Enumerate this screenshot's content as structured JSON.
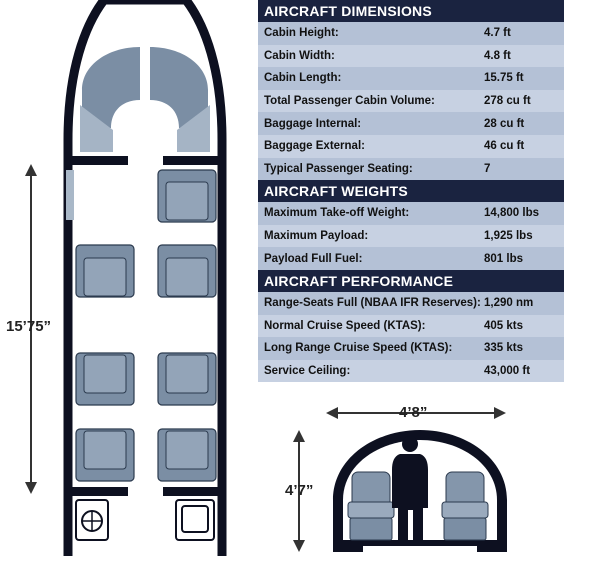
{
  "floor_plan": {
    "length_label": "15’75”"
  },
  "cross_section": {
    "width_label": "4’8”",
    "height_label": "4’7”"
  },
  "sections": [
    {
      "title": "AIRCRAFT DIMENSIONS",
      "rows": [
        {
          "label": "Cabin Height:",
          "value": "4.7 ft"
        },
        {
          "label": "Cabin Width:",
          "value": "4.8 ft"
        },
        {
          "label": "Cabin Length:",
          "value": "15.75 ft"
        },
        {
          "label": "Total Passenger Cabin Volume:",
          "value": "278 cu ft"
        },
        {
          "label": "Baggage Internal:",
          "value": "28 cu ft"
        },
        {
          "label": "Baggage External:",
          "value": "46 cu ft"
        },
        {
          "label": "Typical Passenger Seating:",
          "value": "7"
        }
      ]
    },
    {
      "title": "AIRCRAFT WEIGHTS",
      "rows": [
        {
          "label": "Maximum Take-off Weight:",
          "value": "14,800 lbs"
        },
        {
          "label": "Maximum Payload:",
          "value": "1,925 lbs"
        },
        {
          "label": "Payload Full Fuel:",
          "value": "801 lbs"
        }
      ]
    },
    {
      "title": "AIRCRAFT PERFORMANCE",
      "rows": [
        {
          "label": "Range-Seats Full (NBAA IFR Reserves):",
          "value": "1,290 nm"
        },
        {
          "label": "Normal Cruise Speed (KTAS):",
          "value": "405 kts"
        },
        {
          "label": "Long Range Cruise Speed (KTAS):",
          "value": "335 kts"
        },
        {
          "label": "Service Ceiling:",
          "value": "43,000 ft"
        }
      ]
    }
  ],
  "colors": {
    "header_bg": "#1a2340",
    "table_bg": "#b4c1d6",
    "seat_fill": "#7b8ea4",
    "fuselage": "#0d1020"
  }
}
